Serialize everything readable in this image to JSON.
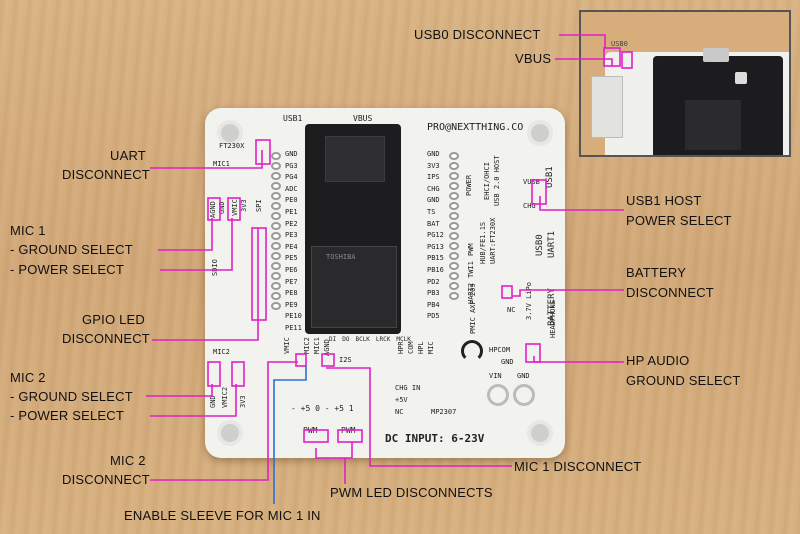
{
  "labels": {
    "usb0_disconnect": "USB0 DISCONNECT",
    "vbus": "VBUS",
    "uart_disconnect_1": "UART",
    "uart_disconnect_2": "DISCONNECT",
    "mic1_1": "MIC 1",
    "mic1_2": "- GROUND SELECT",
    "mic1_3": "-   POWER SELECT",
    "gpio_led_1": "GPIO LED",
    "gpio_led_2": "DISCONNECT",
    "mic2_1": "MIC 2",
    "mic2_2": "- GROUND SELECT",
    "mic2_3": "-   POWER SELECT",
    "mic2_disc_1": "MIC 2",
    "mic2_disc_2": "DISCONNECT",
    "enable_sleeve": "ENABLE SLEEVE FOR MIC 1 IN",
    "pwm_led": "PWM LED DISCONNECTS",
    "mic1_disconnect": "MIC 1 DISCONNECT",
    "usb1_host_1": "USB1 HOST",
    "usb1_host_2": "POWER SELECT",
    "battery_1": "BATTERY",
    "battery_2": "DISCONNECT",
    "hp_audio_1": "HP AUDIO",
    "hp_audio_2": "GROUND  SELECT"
  },
  "silkscreen": {
    "usb1_top": "USB1",
    "vbus_top": "VBUS",
    "brand": "PRO@NEXTTHING.CO",
    "ft230x": "FT230X",
    "mic1": "MIC1",
    "agnd": "AGND",
    "gnd": "GND",
    "vmic": "VMIC",
    "v3v3": "3V3",
    "spi": "SPI",
    "sdio": "SDIO",
    "left_pins": [
      "GND",
      "PG3",
      "PG4",
      "ADC",
      "PE0",
      "PE1",
      "PE2",
      "PE3",
      "PE4",
      "PE5",
      "PE6",
      "PE7",
      "PE8",
      "PE9",
      "PE10",
      "PE11"
    ],
    "right_pins": [
      "GND",
      "3V3",
      "IPS",
      "CHG",
      "GND",
      "TS",
      "BAT",
      "PG12",
      "PG13",
      "PB15",
      "PB16",
      "PD2",
      "PB3",
      "PB4",
      "PD5"
    ],
    "power": "POWER",
    "pwm_side": "PWM",
    "twi1": "TWI1",
    "uart2": "UART2",
    "pmic": "PMIC AXP 209",
    "hub": "HUB/FE1.1S",
    "uartft": "UART:FT230X",
    "ehci": "EHCI/OHCI",
    "usb20host": "USB 2.0 HOST",
    "usb1_side": "USB1",
    "vusb": "VUSB",
    "chg": "CHG",
    "usb0": "USB0",
    "uart1": "UART1",
    "battery": "BATTERY",
    "lipo": "3.7V LiPo",
    "nc": "NC",
    "mic2": "MIC2",
    "vmic2": "VMIC2",
    "mic1b": "MIC1",
    "i2s": "I2S",
    "hpr": "HPR",
    "com": "COM",
    "hpl": "HPL",
    "mic": "MIC",
    "hpcom": "HPCOM",
    "headphone": "HEADPHONE",
    "pwm_pins": "- +5 0    - +5 1",
    "pwm": "PWM",
    "chg_in": "CHG IN",
    "plus5v": "+5V",
    "mp2307": "MP2307",
    "vin": "VIN",
    "dc_input": "DC INPUT: 6-23V",
    "toshiba": "TOSHIBA",
    "i2s_pins": [
      "DI",
      "DO",
      "BCLK",
      "LRCK",
      "MCLK"
    ]
  },
  "colors": {
    "callout": "#e020c8",
    "sleeve_line": "#2a6fd6",
    "board": "#f2f2ef",
    "chip": "#1d1d1f",
    "wood": "#d8b07e"
  }
}
